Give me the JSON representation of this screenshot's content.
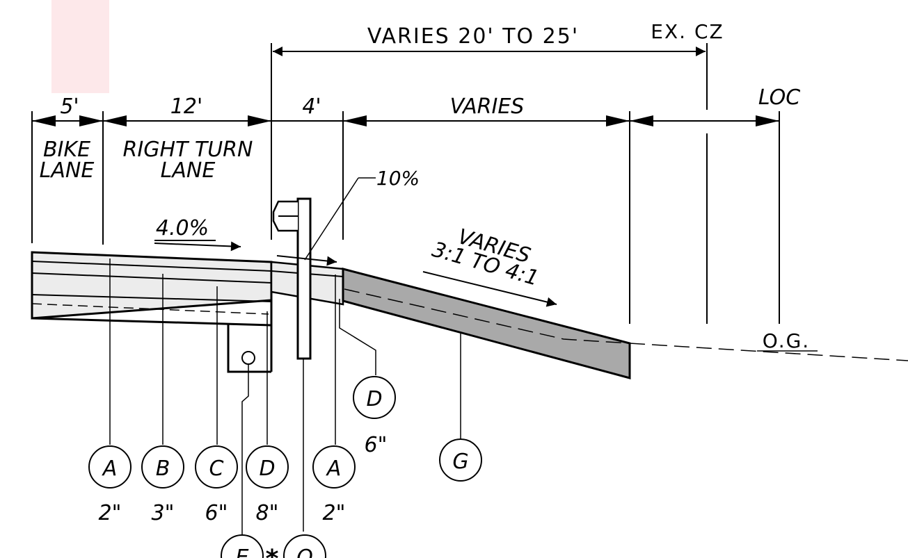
{
  "dimensions": {
    "top": "VARIES 20' TO 25'",
    "ex_cz": "EX. CZ",
    "bike": "5'",
    "turn": "12'",
    "shoulder": "4'",
    "varies": "VARIES",
    "loc": "LOC"
  },
  "lanes": {
    "bike_line1": "BIKE",
    "bike_line2": "LANE",
    "turn_line1": "RIGHT TURN",
    "turn_line2": "LANE"
  },
  "slopes": {
    "cross_slope": "4.0%",
    "shoulder_slope": "10%",
    "side_slope_line1": "VARIES",
    "side_slope_line2": "3:1 TO 4:1"
  },
  "ground_label": "O.G.",
  "callouts": [
    {
      "letter": "A",
      "thickness": "2\""
    },
    {
      "letter": "B",
      "thickness": "3\""
    },
    {
      "letter": "C",
      "thickness": "6\""
    },
    {
      "letter": "D",
      "thickness": "8\""
    },
    {
      "letter": "A",
      "thickness": "2\""
    },
    {
      "letter": "D",
      "thickness": "6\""
    },
    {
      "letter": "G",
      "thickness": ""
    },
    {
      "letter": "E",
      "thickness": ""
    },
    {
      "letter": "O",
      "thickness": ""
    }
  ],
  "asterisk": "*",
  "colors": {
    "highlight": "#fde8ea",
    "embankment": "#a9a9a9",
    "pavement": "#ececec"
  }
}
